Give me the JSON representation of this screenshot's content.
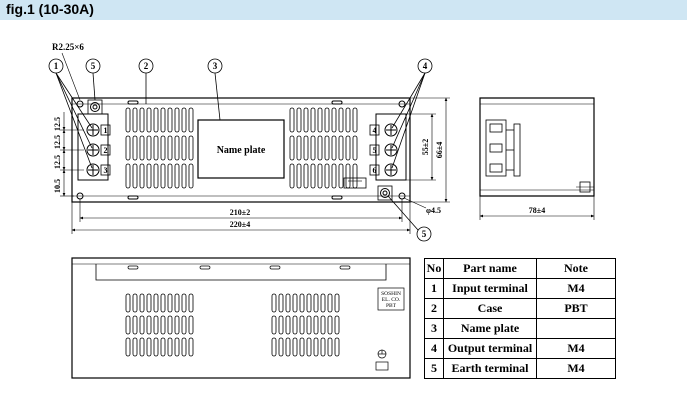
{
  "header": {
    "title": "fig.1 (10-30A)"
  },
  "drawing": {
    "radius_note": "R2.25×6",
    "callouts": [
      "1",
      "5",
      "2",
      "3",
      "4",
      "5"
    ],
    "name_plate": "Name plate",
    "left_terminal_labels": [
      "1",
      "2",
      "3"
    ],
    "right_terminal_labels": [
      "4",
      "5",
      "6"
    ],
    "dims": {
      "pitch_top": "12.5",
      "pitch_mid": "12.5",
      "pitch_bottom": "12.5",
      "bottom_offset": "10.5",
      "inner_height": "55±2",
      "outer_height": "66±4",
      "hole": "φ4.5",
      "inner_width": "210±2",
      "outer_width": "220±4",
      "side_depth": "78±4"
    },
    "bottom_label": [
      "SOSHIN",
      "EL. CO.",
      "PBT"
    ]
  },
  "parts_table": {
    "headers": [
      "No",
      "Part name",
      "Note"
    ],
    "rows": [
      [
        "1",
        "Input terminal",
        "M4"
      ],
      [
        "2",
        "Case",
        "PBT"
      ],
      [
        "3",
        "Name plate",
        ""
      ],
      [
        "4",
        "Output terminal",
        "M4"
      ],
      [
        "5",
        "Earth terminal",
        "M4"
      ]
    ]
  }
}
